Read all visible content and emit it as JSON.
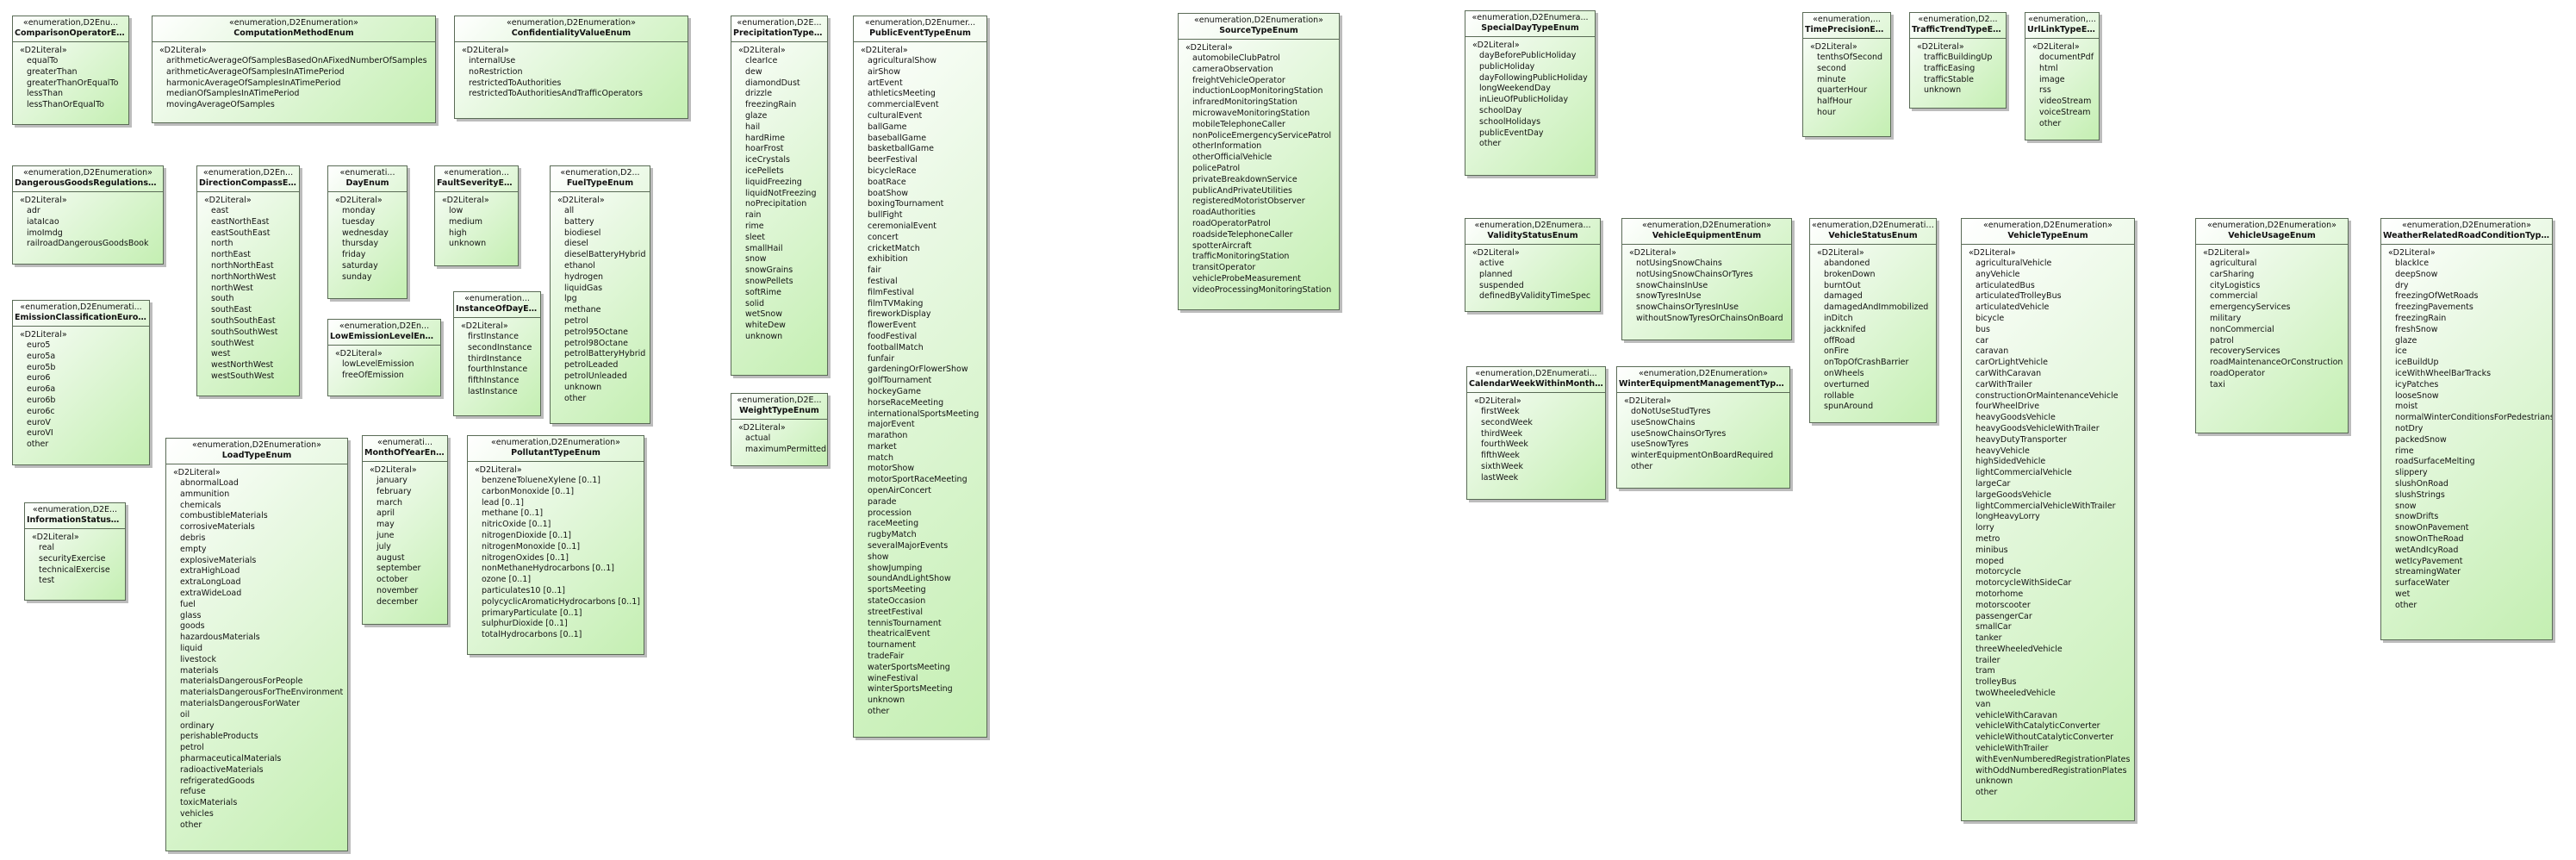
{
  "classes": [
    {
      "stereotype": "«enumeration,D2Enu...",
      "name": "ComparisonOperatorEnum",
      "literal_stereotype": "«D2Literal»",
      "literals": [
        "equalTo",
        "greaterThan",
        "greaterThanOrEqualTo",
        "lessThan",
        "lessThanOrEqualTo"
      ]
    },
    {
      "stereotype": "«enumeration,D2Enumeration»",
      "name": "ComputationMethodEnum",
      "literal_stereotype": "«D2Literal»",
      "literals": [
        "arithmeticAverageOfSamplesBasedOnAFixedNumberOfSamples",
        "arithmeticAverageOfSamplesInATimePeriod",
        "harmonicAverageOfSamplesInATimePeriod",
        "medianOfSamplesInATimePeriod",
        "movingAverageOfSamples"
      ]
    },
    {
      "stereotype": "«enumeration,D2Enumeration»",
      "name": "ConfidentialityValueEnum",
      "literal_stereotype": "«D2Literal»",
      "literals": [
        "internalUse",
        "noRestriction",
        "restrictedToAuthorities",
        "restrictedToAuthoritiesAndTrafficOperators"
      ]
    },
    {
      "stereotype": "«enumeration,D2E...",
      "name": "PrecipitationTypeEnum",
      "literal_stereotype": "«D2Literal»",
      "literals": [
        "clearIce",
        "dew",
        "diamondDust",
        "drizzle",
        "freezingRain",
        "glaze",
        "hail",
        "hardRime",
        "hoarFrost",
        "iceCrystals",
        "icePellets",
        "liquidFreezing",
        "liquidNotFreezing",
        "noPrecipitation",
        "rain",
        "rime",
        "sleet",
        "smallHail",
        "snow",
        "snowGrains",
        "snowPellets",
        "softRime",
        "solid",
        "wetSnow",
        "whiteDew",
        "unknown"
      ]
    },
    {
      "stereotype": "«enumeration,D2Enumer...",
      "name": "PublicEventTypeEnum",
      "literal_stereotype": "«D2Literal»",
      "literals": [
        "agriculturalShow",
        "airShow",
        "artEvent",
        "athleticsMeeting",
        "commercialEvent",
        "culturalEvent",
        "ballGame",
        "baseballGame",
        "basketballGame",
        "beerFestival",
        "bicycleRace",
        "boatRace",
        "boatShow",
        "boxingTournament",
        "bullFight",
        "ceremonialEvent",
        "concert",
        "cricketMatch",
        "exhibition",
        "fair",
        "festival",
        "filmFestival",
        "filmTVMaking",
        "fireworkDisplay",
        "flowerEvent",
        "foodFestival",
        "footballMatch",
        "funfair",
        "gardeningOrFlowerShow",
        "golfTournament",
        "hockeyGame",
        "horseRaceMeeting",
        "internationalSportsMeeting",
        "majorEvent",
        "marathon",
        "market",
        "match",
        "motorShow",
        "motorSportRaceMeeting",
        "openAirConcert",
        "parade",
        "procession",
        "raceMeeting",
        "rugbyMatch",
        "severalMajorEvents",
        "show",
        "showJumping",
        "soundAndLightShow",
        "sportsMeeting",
        "stateOccasion",
        "streetFestival",
        "tennisTournament",
        "theatricalEvent",
        "tournament",
        "tradeFair",
        "waterSportsMeeting",
        "wineFestival",
        "winterSportsMeeting",
        "unknown",
        "other"
      ]
    },
    {
      "stereotype": "«enumeration,D2Enumeration»",
      "name": "SourceTypeEnum",
      "literal_stereotype": "«D2Literal»",
      "literals": [
        "automobileClubPatrol",
        "cameraObservation",
        "freightVehicleOperator",
        "inductionLoopMonitoringStation",
        "infraredMonitoringStation",
        "microwaveMonitoringStation",
        "mobileTelephoneCaller",
        "nonPoliceEmergencyServicePatrol",
        "otherInformation",
        "otherOfficialVehicle",
        "policePatrol",
        "privateBreakdownService",
        "publicAndPrivateUtilities",
        "registeredMotoristObserver",
        "roadAuthorities",
        "roadOperatorPatrol",
        "roadsideTelephoneCaller",
        "spotterAircraft",
        "trafficMonitoringStation",
        "transitOperator",
        "vehicleProbeMeasurement",
        "videoProcessingMonitoringStation"
      ]
    },
    {
      "stereotype": "«enumeration,D2Enumera...",
      "name": "SpecialDayTypeEnum",
      "literal_stereotype": "«D2Literal»",
      "literals": [
        "dayBeforePublicHoliday",
        "publicHoliday",
        "dayFollowingPublicHoliday",
        "longWeekendDay",
        "inLieuOfPublicHoliday",
        "schoolDay",
        "schoolHolidays",
        "publicEventDay",
        "other"
      ]
    },
    {
      "stereotype": "«enumeration,...",
      "name": "TimePrecisionEnum",
      "literal_stereotype": "«D2Literal»",
      "literals": [
        "tenthsOfSecond",
        "second",
        "minute",
        "quarterHour",
        "halfHour",
        "hour"
      ]
    },
    {
      "stereotype": "«enumeration,D2...",
      "name": "TrafficTrendTypeEnum",
      "literal_stereotype": "«D2Literal»",
      "literals": [
        "trafficBuildingUp",
        "trafficEasing",
        "trafficStable",
        "unknown"
      ]
    },
    {
      "stereotype": "«enumeration,...",
      "name": "UrlLinkTypeEnum",
      "literal_stereotype": "«D2Literal»",
      "literals": [
        "documentPdf",
        "html",
        "image",
        "rss",
        "videoStream",
        "voiceStream",
        "other"
      ]
    },
    {
      "stereotype": "«enumeration,D2Enumeration»",
      "name": "DangerousGoodsRegulationsEnum",
      "literal_stereotype": "«D2Literal»",
      "literals": [
        "adr",
        "iataIcao",
        "imoImdg",
        "railroadDangerousGoodsBook"
      ]
    },
    {
      "stereotype": "«enumeration,D2En...",
      "name": "DirectionCompassEnum",
      "literal_stereotype": "«D2Literal»",
      "literals": [
        "east",
        "eastNorthEast",
        "eastSouthEast",
        "north",
        "northEast",
        "northNorthEast",
        "northNorthWest",
        "northWest",
        "south",
        "southEast",
        "southSouthEast",
        "southSouthWest",
        "southWest",
        "west",
        "westNorthWest",
        "westSouthWest"
      ]
    },
    {
      "stereotype": "«enumerati...",
      "name": "DayEnum",
      "literal_stereotype": "«D2Literal»",
      "literals": [
        "monday",
        "tuesday",
        "wednesday",
        "thursday",
        "friday",
        "saturday",
        "sunday"
      ]
    },
    {
      "stereotype": "«enumeration...",
      "name": "FaultSeverityEnum",
      "literal_stereotype": "«D2Literal»",
      "literals": [
        "low",
        "medium",
        "high",
        "unknown"
      ]
    },
    {
      "stereotype": "«enumeration,D2...",
      "name": "FuelTypeEnum",
      "literal_stereotype": "«D2Literal»",
      "literals": [
        "all",
        "battery",
        "biodiesel",
        "diesel",
        "dieselBatteryHybrid",
        "ethanol",
        "hydrogen",
        "liquidGas",
        "lpg",
        "methane",
        "petrol",
        "petrol95Octane",
        "petrol98Octane",
        "petrolBatteryHybrid",
        "petrolLeaded",
        "petrolUnleaded",
        "unknown",
        "other"
      ]
    },
    {
      "stereotype": "«enumeration,D2Enumerati...",
      "name": "EmissionClassificationEuroEnum",
      "literal_stereotype": "«D2Literal»",
      "literals": [
        "euro5",
        "euro5a",
        "euro5b",
        "euro6",
        "euro6a",
        "euro6b",
        "euro6c",
        "euroV",
        "euroVI",
        "other"
      ]
    },
    {
      "stereotype": "«enumeration...",
      "name": "InstanceOfDayEnum",
      "literal_stereotype": "«D2Literal»",
      "literals": [
        "firstInstance",
        "secondInstance",
        "thirdInstance",
        "fourthInstance",
        "fifthInstance",
        "lastInstance"
      ]
    },
    {
      "stereotype": "«enumeration,D2En...",
      "name": "LowEmissionLevelEnum",
      "literal_stereotype": "«D2Literal»",
      "literals": [
        "lowLevelEmission",
        "freeOfEmission"
      ]
    },
    {
      "stereotype": "«enumeration,D2E...",
      "name": "InformationStatusEnum",
      "literal_stereotype": "«D2Literal»",
      "literals": [
        "real",
        "securityExercise",
        "technicalExercise",
        "test"
      ]
    },
    {
      "stereotype": "«enumeration,D2Enumeration»",
      "name": "LoadTypeEnum",
      "literal_stereotype": "«D2Literal»",
      "literals": [
        "abnormalLoad",
        "ammunition",
        "chemicals",
        "combustibleMaterials",
        "corrosiveMaterials",
        "debris",
        "empty",
        "explosiveMaterials",
        "extraHighLoad",
        "extraLongLoad",
        "extraWideLoad",
        "fuel",
        "glass",
        "goods",
        "hazardousMaterials",
        "liquid",
        "livestock",
        "materials",
        "materialsDangerousForPeople",
        "materialsDangerousForTheEnvironment",
        "materialsDangerousForWater",
        "oil",
        "ordinary",
        "perishableProducts",
        "petrol",
        "pharmaceuticalMaterials",
        "radioactiveMaterials",
        "refrigeratedGoods",
        "refuse",
        "toxicMaterials",
        "vehicles",
        "other"
      ]
    },
    {
      "stereotype": "«enumerati...",
      "name": "MonthOfYearEnum",
      "literal_stereotype": "«D2Literal»",
      "literals": [
        "january",
        "february",
        "march",
        "april",
        "may",
        "june",
        "july",
        "august",
        "september",
        "october",
        "november",
        "december"
      ]
    },
    {
      "stereotype": "«enumeration,D2Enumeration»",
      "name": "PollutantTypeEnum",
      "literal_stereotype": "«D2Literal»",
      "literals": [
        "benzeneTolueneXylene [0..1]",
        "carbonMonoxide [0..1]",
        "lead [0..1]",
        "methane [0..1]",
        "nitricOxide [0..1]",
        "nitrogenDioxide [0..1]",
        "nitrogenMonoxide [0..1]",
        "nitrogenOxides [0..1]",
        "nonMethaneHydrocarbons [0..1]",
        "ozone [0..1]",
        "particulates10 [0..1]",
        "polycyclicAromaticHydrocarbons [0..1]",
        "primaryParticulate [0..1]",
        "sulphurDioxide [0..1]",
        "totalHydrocarbons [0..1]"
      ]
    },
    {
      "stereotype": "«enumeration,D2E...",
      "name": "WeightTypeEnum",
      "literal_stereotype": "«D2Literal»",
      "literals": [
        "actual",
        "maximumPermitted"
      ]
    },
    {
      "stereotype": "«enumeration,D2Enumera...",
      "name": "ValidityStatusEnum",
      "literal_stereotype": "«D2Literal»",
      "literals": [
        "active",
        "planned",
        "suspended",
        "definedByValidityTimeSpec"
      ]
    },
    {
      "stereotype": "«enumeration,D2Enumeration»",
      "name": "VehicleEquipmentEnum",
      "literal_stereotype": "«D2Literal»",
      "literals": [
        "notUsingSnowChains",
        "notUsingSnowChainsOrTyres",
        "snowChainsInUse",
        "snowTyresInUse",
        "snowChainsOrTyresInUse",
        "withoutSnowTyresOrChainsOnBoard"
      ]
    },
    {
      "stereotype": "«enumeration,D2Enumeration»",
      "name": "VehicleStatusEnum",
      "literal_stereotype": "«D2Literal»",
      "literals": [
        "abandoned",
        "brokenDown",
        "burntOut",
        "damaged",
        "damagedAndImmobilized",
        "inDitch",
        "jackknifed",
        "offRoad",
        "onFire",
        "onTopOfCrashBarrier",
        "onWheels",
        "overturned",
        "rollable",
        "spunAround"
      ]
    },
    {
      "stereotype": "«enumeration,D2Enumerati...",
      "name": "CalendarWeekWithinMonthEnum",
      "literal_stereotype": "«D2Literal»",
      "literals": [
        "firstWeek",
        "secondWeek",
        "thirdWeek",
        "fourthWeek",
        "fifthWeek",
        "sixthWeek",
        "lastWeek"
      ]
    },
    {
      "stereotype": "«enumeration,D2Enumeration»",
      "name": "WinterEquipmentManagementTypeEnum",
      "literal_stereotype": "«D2Literal»",
      "literals": [
        "doNotUseStudTyres",
        "useSnowChains",
        "useSnowChainsOrTyres",
        "useSnowTyres",
        "winterEquipmentOnBoardRequired",
        "other"
      ]
    },
    {
      "stereotype": "«enumeration,D2Enumeration»",
      "name": "VehicleTypeEnum",
      "literal_stereotype": "«D2Literal»",
      "literals": [
        "agriculturalVehicle",
        "anyVehicle",
        "articulatedBus",
        "articulatedTrolleyBus",
        "articulatedVehicle",
        "bicycle",
        "bus",
        "car",
        "caravan",
        "carOrLightVehicle",
        "carWithCaravan",
        "carWithTrailer",
        "constructionOrMaintenanceVehicle",
        "fourWheelDrive",
        "heavyGoodsVehicle",
        "heavyGoodsVehicleWithTrailer",
        "heavyDutyTransporter",
        "heavyVehicle",
        "highSidedVehicle",
        "lightCommercialVehicle",
        "largeCar",
        "largeGoodsVehicle",
        "lightCommercialVehicleWithTrailer",
        "longHeavyLorry",
        "lorry",
        "metro",
        "minibus",
        "moped",
        "motorcycle",
        "motorcycleWithSideCar",
        "motorhome",
        "motorscooter",
        "passengerCar",
        "smallCar",
        "tanker",
        "threeWheeledVehicle",
        "trailer",
        "tram",
        "trolleyBus",
        "twoWheeledVehicle",
        "van",
        "vehicleWithCaravan",
        "vehicleWithCatalyticConverter",
        "vehicleWithoutCatalyticConverter",
        "vehicleWithTrailer",
        "withEvenNumberedRegistrationPlates",
        "withOddNumberedRegistrationPlates",
        "unknown",
        "other"
      ]
    },
    {
      "stereotype": "«enumeration,D2Enumeration»",
      "name": "VehicleUsageEnum",
      "literal_stereotype": "«D2Literal»",
      "literals": [
        "agricultural",
        "carSharing",
        "cityLogistics",
        "commercial",
        "emergencyServices",
        "military",
        "nonCommercial",
        "patrol",
        "recoveryServices",
        "roadMaintenanceOrConstruction",
        "roadOperator",
        "taxi"
      ]
    },
    {
      "stereotype": "«enumeration,D2Enumeration»",
      "name": "WeatherRelatedRoadConditionTypeEnum",
      "literal_stereotype": "«D2Literal»",
      "literals": [
        "blackIce",
        "deepSnow",
        "dry",
        "freezingOfWetRoads",
        "freezingPavements",
        "freezingRain",
        "freshSnow",
        "glaze",
        "ice",
        "iceBuildUp",
        "iceWithWheelBarTracks",
        "icyPatches",
        "looseSnow",
        "moist",
        "normalWinterConditionsForPedestrians",
        "notDry",
        "packedSnow",
        "rime",
        "roadSurfaceMelting",
        "slippery",
        "slushOnRoad",
        "slushStrings",
        "snow",
        "snowDrifts",
        "snowOnPavement",
        "snowOnTheRoad",
        "wetAndIcyRoad",
        "wetIcyPavement",
        "streamingWater",
        "surfaceWater",
        "wet",
        "other"
      ]
    }
  ]
}
